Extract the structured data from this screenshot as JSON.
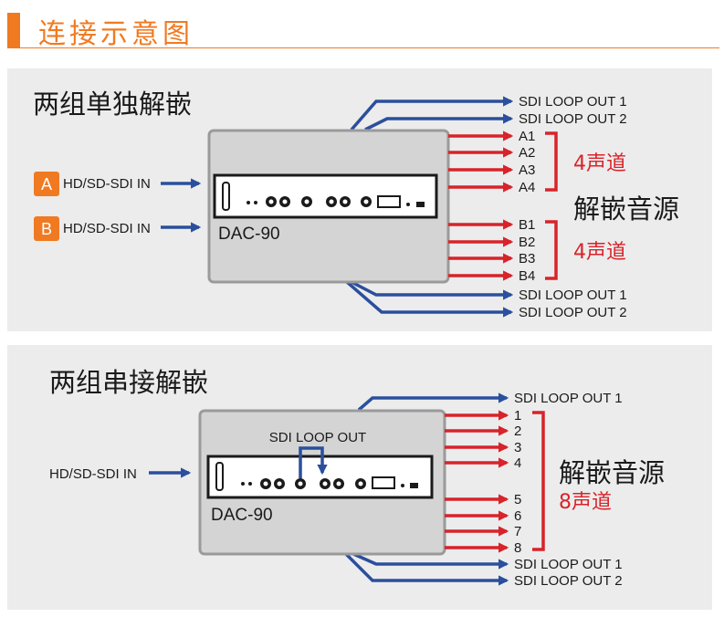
{
  "header": {
    "title": "连接示意图"
  },
  "panel1": {
    "title": "两组单独解嵌",
    "input_a_badge": "A",
    "input_a_label": "HD/SD-SDI IN",
    "input_b_badge": "B",
    "input_b_label": "HD/SD-SDI IN",
    "device_label": "DAC-90",
    "loop_top_1": "SDI LOOP OUT 1",
    "loop_top_2": "SDI LOOP OUT 2",
    "channels_a": [
      "A1",
      "A2",
      "A3",
      "A4"
    ],
    "channels_b": [
      "B1",
      "B2",
      "B3",
      "B4"
    ],
    "group_a_channels": "4声道",
    "group_b_channels": "4声道",
    "source_label": "解嵌音源",
    "loop_bottom_1": "SDI LOOP OUT 1",
    "loop_bottom_2": "SDI LOOP OUT 2"
  },
  "panel2": {
    "title": "两组串接解嵌",
    "input_label": "HD/SD-SDI IN",
    "device_label": "DAC-90",
    "loop_internal": "SDI LOOP OUT",
    "loop_top_1": "SDI LOOP OUT 1",
    "channels": [
      "1",
      "2",
      "3",
      "4",
      "5",
      "6",
      "7",
      "8"
    ],
    "source_label": "解嵌音源",
    "channel_count": "8声道",
    "loop_bottom_1": "SDI LOOP OUT 1",
    "loop_bottom_2": "SDI LOOP OUT 2"
  },
  "colors": {
    "accent": "#f07a22",
    "blue": "#2a4f9c",
    "red": "#d8232a",
    "panel": "#ececec",
    "box": "#d4d4d4"
  }
}
